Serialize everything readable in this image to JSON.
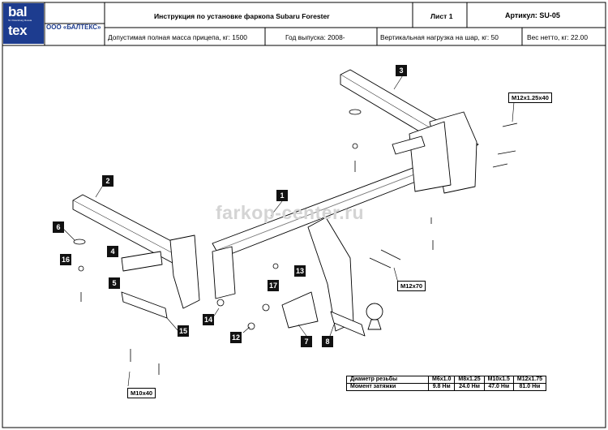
{
  "logo": {
    "line1": "bal",
    "line2": "tex",
    "small": "St. Petersburg Russia"
  },
  "company": "ООО «БАЛТЕКС»",
  "header": {
    "title": "Инструкция по установке фаркопа Subaru Forester",
    "sheet": "Лист 1",
    "article": "Артикул:  SU-05",
    "max_trailer_mass": "Допустимая полная масса прицепа, кг: 1500",
    "year": "Год выпуска: 2008-",
    "vertical_load": "Вертикальная нагрузка на шар, кг: 50",
    "net_weight": "Вес нетто, кг: 22.00"
  },
  "watermark": "farkop-center.ru",
  "callouts": [
    "1",
    "2",
    "3",
    "4",
    "5",
    "6",
    "7",
    "8",
    "12",
    "13",
    "14",
    "15",
    "16",
    "17"
  ],
  "bolt_tags": {
    "m12x125": "M12x1.25x40",
    "m12x70": "M12x70",
    "m10x40": "M10x40"
  },
  "torque_table": {
    "row1_label": "Диаметр резьбы",
    "row2_label": "Момент затяжки",
    "threads": [
      "M6x1.0",
      "M8x1.25",
      "M10x1.5",
      "M12x1.75"
    ],
    "torques": [
      "9.8 Нм",
      "24.0 Нм",
      "47.0 Нм",
      "81.0 Нм"
    ]
  }
}
